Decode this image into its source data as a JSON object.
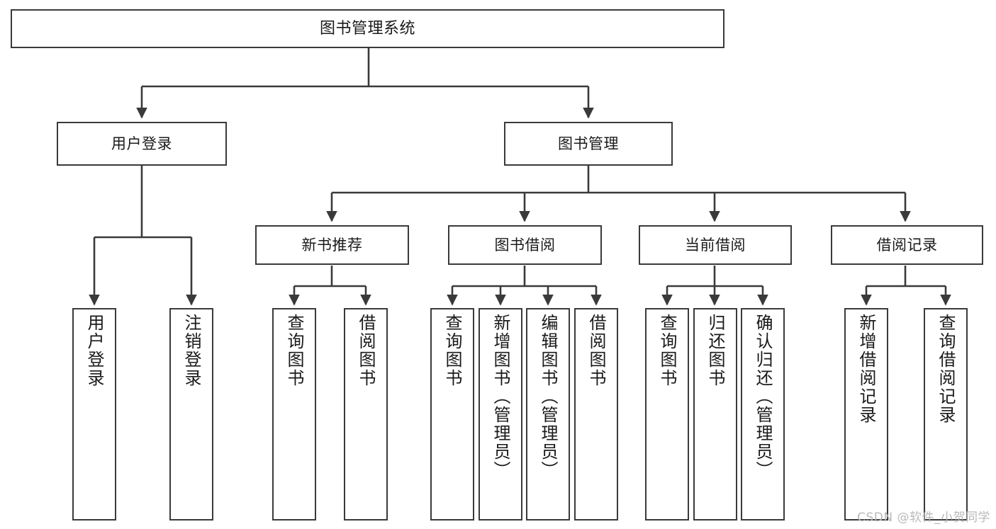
{
  "diagram": {
    "title": "图书管理系统",
    "type": "tree",
    "root": {
      "id": "root",
      "label": "图书管理系统"
    },
    "level2": [
      {
        "id": "user-login",
        "label": "用户登录"
      },
      {
        "id": "book-manage",
        "label": "图书管理"
      }
    ],
    "level3": [
      {
        "id": "new-book-rec",
        "label": "新书推荐",
        "parent": "book-manage"
      },
      {
        "id": "book-borrow",
        "label": "图书借阅",
        "parent": "book-manage"
      },
      {
        "id": "current-borrow",
        "label": "当前借阅",
        "parent": "book-manage"
      },
      {
        "id": "borrow-record",
        "label": "借阅记录",
        "parent": "book-manage"
      }
    ],
    "leaves": [
      {
        "id": "leaf-user-login",
        "label": "用户登录",
        "parent": "user-login"
      },
      {
        "id": "leaf-logout",
        "label": "注销登录",
        "parent": "user-login"
      },
      {
        "id": "leaf-query-book-1",
        "label": "查询图书",
        "parent": "new-book-rec"
      },
      {
        "id": "leaf-borrow-book-1",
        "label": "借阅图书",
        "parent": "new-book-rec"
      },
      {
        "id": "leaf-query-book-2",
        "label": "查询图书",
        "parent": "book-borrow"
      },
      {
        "id": "leaf-add-book",
        "label": "新增图书（管理员）",
        "parent": "book-borrow"
      },
      {
        "id": "leaf-edit-book",
        "label": "编辑图书（管理员）",
        "parent": "book-borrow"
      },
      {
        "id": "leaf-borrow-book-2",
        "label": "借阅图书",
        "parent": "book-borrow"
      },
      {
        "id": "leaf-query-book-3",
        "label": "查询图书",
        "parent": "current-borrow"
      },
      {
        "id": "leaf-return-book",
        "label": "归还图书",
        "parent": "current-borrow"
      },
      {
        "id": "leaf-confirm-return",
        "label": "确认归还（管理员）",
        "parent": "current-borrow"
      },
      {
        "id": "leaf-add-record",
        "label": "新增借阅记录",
        "parent": "borrow-record"
      },
      {
        "id": "leaf-query-record",
        "label": "查询借阅记录",
        "parent": "borrow-record"
      }
    ],
    "colors": {
      "border": "#3a3a3a",
      "background": "#ffffff",
      "text": "#1a1a1a",
      "watermark": "#b9b9b9"
    }
  },
  "watermark": {
    "text": "CSDN @软件_小贺同学"
  }
}
